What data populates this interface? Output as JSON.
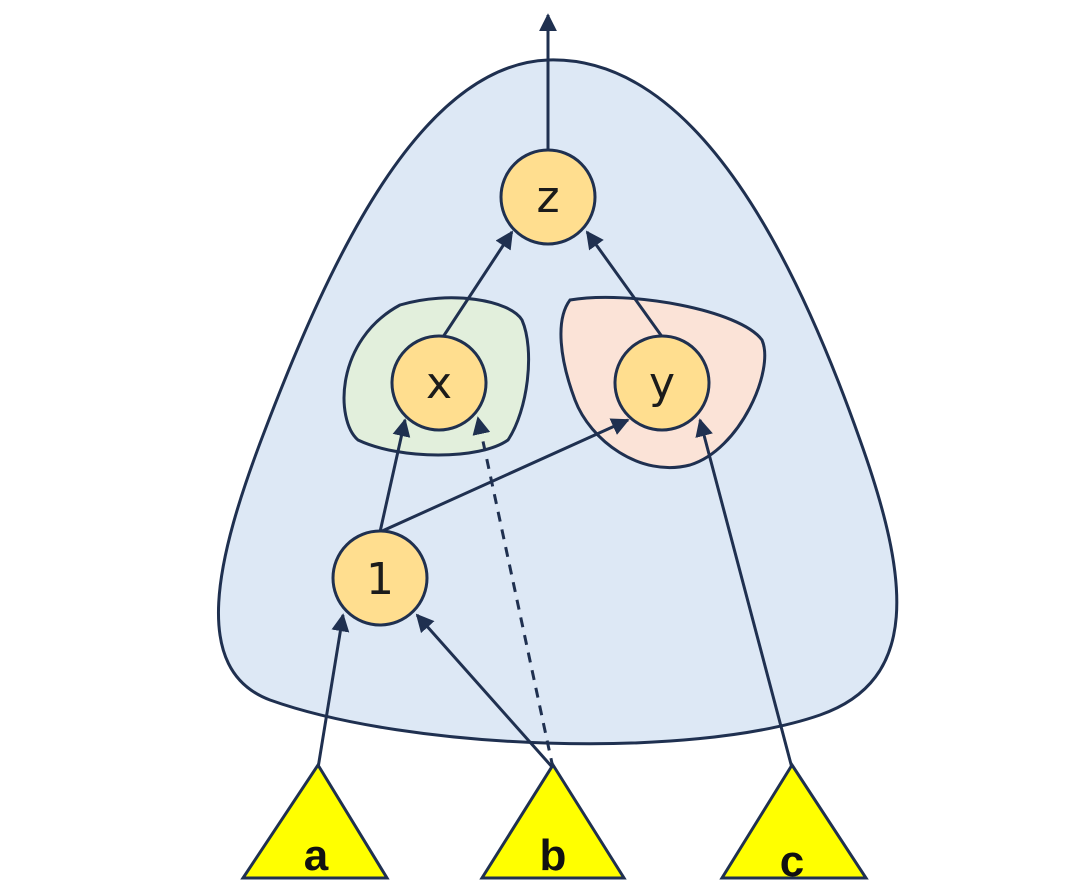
{
  "colors": {
    "stroke": "#1f3050",
    "outer_fill": "#dde8f5",
    "x_group_fill": "#e2efdc",
    "y_group_fill": "#fbe3d7",
    "node_fill": "#ffde8f",
    "leaf_fill": "#ffff00"
  },
  "nodes": {
    "z": "z",
    "x": "x",
    "y": "y",
    "one": "1"
  },
  "leaves": {
    "a": "a",
    "b": "b",
    "c": "c"
  },
  "edges": [
    {
      "from": "x",
      "to": "z",
      "style": "solid"
    },
    {
      "from": "y",
      "to": "z",
      "style": "solid"
    },
    {
      "from": "one",
      "to": "x",
      "style": "solid"
    },
    {
      "from": "one",
      "to": "y",
      "style": "solid"
    },
    {
      "from": "a",
      "to": "one",
      "style": "solid"
    },
    {
      "from": "b",
      "to": "one",
      "style": "solid"
    },
    {
      "from": "b",
      "to": "x",
      "style": "dashed"
    },
    {
      "from": "c",
      "to": "y",
      "style": "solid"
    },
    {
      "from": "z",
      "to": "output",
      "style": "solid"
    }
  ]
}
